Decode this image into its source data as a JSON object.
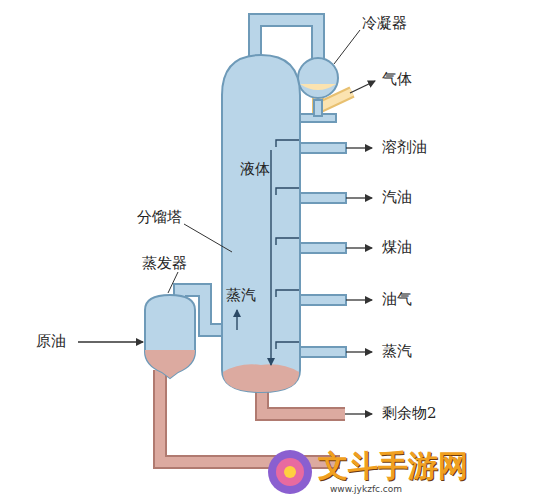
{
  "diagram": {
    "labels": [
      "冷凝器",
      "气体",
      "溶剂油",
      "液体",
      "汽油",
      "分馏塔",
      "煤油",
      "蒸发器",
      "蒸汽",
      "油气",
      "原油",
      "蒸汽",
      "剩余物2",
      "文斗手游网",
      "www.jykzfc.com"
    ]
  }
}
